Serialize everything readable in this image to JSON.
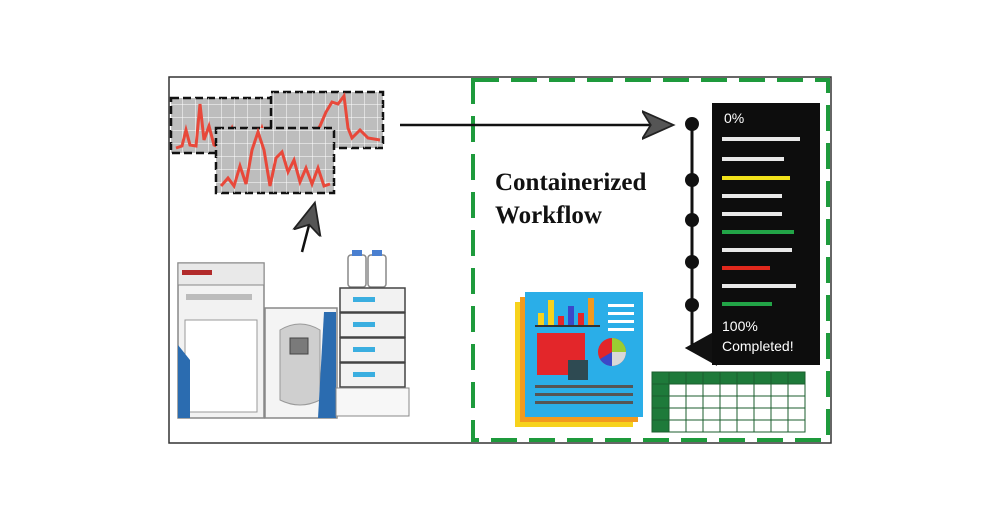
{
  "workflow": {
    "title_line1": "Containerized",
    "title_line2": "Workflow"
  },
  "progress_panel": {
    "start_label": "0%",
    "end_label_line1": "100%",
    "end_label_line2": "Completed!"
  },
  "colors": {
    "container_border": "#1e9a3c",
    "trace": "#e8483a",
    "panel_bg": "#0d0d0d",
    "bar_white": "#e8e8e8",
    "bar_yellow": "#f2e21a",
    "bar_green": "#22a447",
    "bar_red": "#e0281c",
    "report_blue": "#2aaee8",
    "report_orange": "#f29a1e",
    "report_yellow": "#f7d21c",
    "report_red": "#e3262a",
    "table_green": "#1e7a3a"
  },
  "icons": {
    "instrument": "lc-ms-instrument-icon",
    "spectra": "chromatogram-trace-icon",
    "report": "report-document-icon",
    "table": "data-table-icon",
    "progress": "progress-log-icon"
  }
}
